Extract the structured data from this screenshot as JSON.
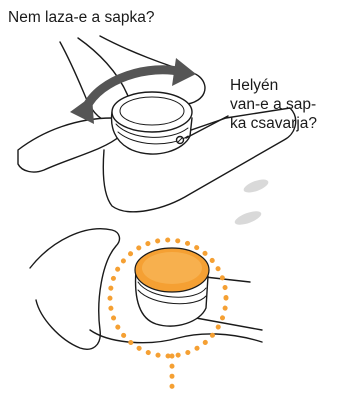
{
  "labels": {
    "cap_loose_question": "Nem laza-e a sapka?",
    "cap_screw_question_lines": [
      "Helyén",
      "van-e a sap-",
      "ka csavarja?"
    ]
  },
  "colors": {
    "ink": "#1a1a1a",
    "arrow": "#555555",
    "cap_highlight": "#f5a033",
    "dot_ring": "#f5a033",
    "skin": "#ffffff",
    "shadow": "#d9d9d9"
  },
  "icons": {
    "rotation_arrow": "double-headed-curved-arrow",
    "indicator_ring": "dotted-circle"
  }
}
